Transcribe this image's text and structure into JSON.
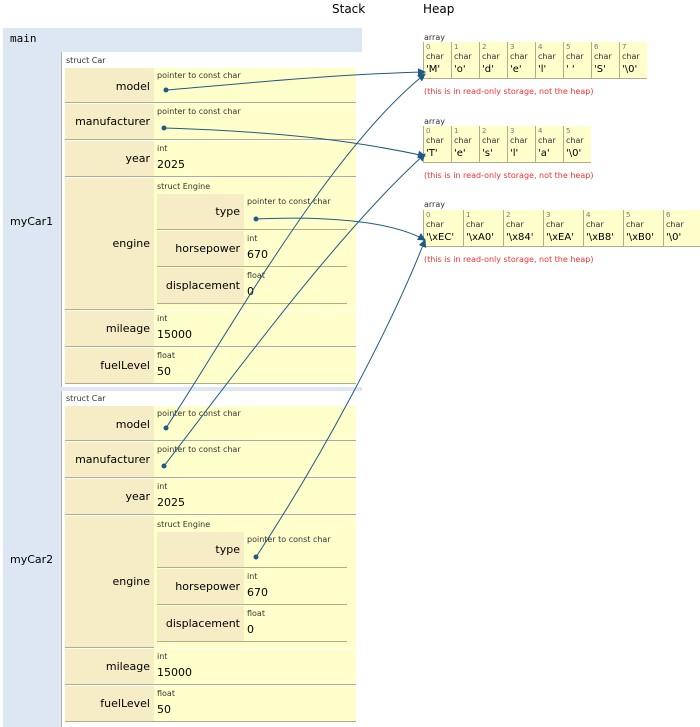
{
  "headers": {
    "stack": "Stack",
    "heap": "Heap"
  },
  "frame": {
    "name": "main"
  },
  "cars": [
    {
      "var": "myCar1",
      "struct_label": "struct Car",
      "model": {
        "name": "model",
        "type": "pointer to const char"
      },
      "manufacturer": {
        "name": "manufacturer",
        "type": "pointer to const char"
      },
      "year": {
        "name": "year",
        "type": "int",
        "value": "2025"
      },
      "engine": {
        "name": "engine",
        "struct_label": "struct Engine",
        "type": {
          "name": "type",
          "type": "pointer to const char"
        },
        "horsepower": {
          "name": "horsepower",
          "type": "int",
          "value": "670"
        },
        "displacement": {
          "name": "displacement",
          "type": "float",
          "value": "0"
        }
      },
      "mileage": {
        "name": "mileage",
        "type": "int",
        "value": "15000"
      },
      "fuelLevel": {
        "name": "fuelLevel",
        "type": "float",
        "value": "50"
      }
    },
    {
      "var": "myCar2",
      "struct_label": "struct Car",
      "model": {
        "name": "model",
        "type": "pointer to const char"
      },
      "manufacturer": {
        "name": "manufacturer",
        "type": "pointer to const char"
      },
      "year": {
        "name": "year",
        "type": "int",
        "value": "2025"
      },
      "engine": {
        "name": "engine",
        "struct_label": "struct Engine",
        "type": {
          "name": "type",
          "type": "pointer to const char"
        },
        "horsepower": {
          "name": "horsepower",
          "type": "int",
          "value": "670"
        },
        "displacement": {
          "name": "displacement",
          "type": "float",
          "value": "0"
        }
      },
      "mileage": {
        "name": "mileage",
        "type": "int",
        "value": "15000"
      },
      "fuelLevel": {
        "name": "fuelLevel",
        "type": "float",
        "value": "50"
      }
    }
  ],
  "heap": [
    {
      "label": "array",
      "note": "(this is in read-only storage, not the heap)",
      "cells": [
        {
          "i": "0",
          "t": "char",
          "v": "'M'"
        },
        {
          "i": "1",
          "t": "char",
          "v": "'o'"
        },
        {
          "i": "2",
          "t": "char",
          "v": "'d'"
        },
        {
          "i": "3",
          "t": "char",
          "v": "'e'"
        },
        {
          "i": "4",
          "t": "char",
          "v": "'l'"
        },
        {
          "i": "5",
          "t": "char",
          "v": "' '"
        },
        {
          "i": "6",
          "t": "char",
          "v": "'S'"
        },
        {
          "i": "7",
          "t": "char",
          "v": "'\\0'"
        }
      ]
    },
    {
      "label": "array",
      "note": "(this is in read-only storage, not the heap)",
      "cells": [
        {
          "i": "0",
          "t": "char",
          "v": "'T'"
        },
        {
          "i": "1",
          "t": "char",
          "v": "'e'"
        },
        {
          "i": "2",
          "t": "char",
          "v": "'s'"
        },
        {
          "i": "3",
          "t": "char",
          "v": "'l'"
        },
        {
          "i": "4",
          "t": "char",
          "v": "'a'"
        },
        {
          "i": "5",
          "t": "char",
          "v": "'\\0'"
        }
      ]
    },
    {
      "label": "array",
      "note": "(this is in read-only storage, not the heap)",
      "cells": [
        {
          "i": "0",
          "t": "char",
          "v": "'\\xEC'"
        },
        {
          "i": "1",
          "t": "char",
          "v": "'\\xA0'"
        },
        {
          "i": "2",
          "t": "char",
          "v": "'\\x84'"
        },
        {
          "i": "3",
          "t": "char",
          "v": "'\\xEA'"
        },
        {
          "i": "4",
          "t": "char",
          "v": "'\\xB8'"
        },
        {
          "i": "5",
          "t": "char",
          "v": "'\\xB0'"
        },
        {
          "i": "6",
          "t": "char",
          "v": "'\\0'"
        }
      ]
    }
  ],
  "colors": {
    "frame": "#dde7f3",
    "field_name": "#f6ecc6",
    "field_value": "#ffffcc",
    "arrow": "#1f5a84",
    "note": "#ee3333"
  }
}
